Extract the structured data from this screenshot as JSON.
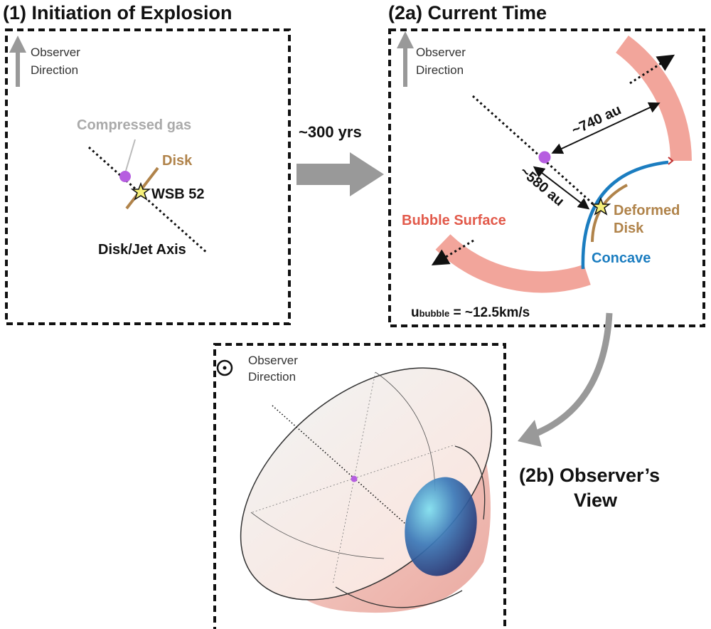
{
  "panel1": {
    "title": "(1) Initiation of Explosion",
    "observer_line1": "Observer",
    "observer_line2": "Direction",
    "compressed_gas": "Compressed gas",
    "disk": "Disk",
    "star": "WSB 52",
    "axis": "Disk/Jet Axis"
  },
  "transition": {
    "label": "~300 yrs"
  },
  "panel2a": {
    "title": "(2a) Current Time",
    "observer_line1": "Observer",
    "observer_line2": "Direction",
    "dist_outer": "~740 au",
    "dist_inner": "~580 au",
    "bubble_surface": "Bubble Surface",
    "deformed_line1": "Deformed",
    "deformed_line2": "Disk",
    "concave": "Concave",
    "velocity_symbol": "u",
    "velocity_sub": "bubble",
    "velocity_value": " = ~12.5km/s"
  },
  "panel2b": {
    "label_line1": "(2b) Observer’s",
    "label_line2": "View",
    "observer_line1": "Observer",
    "observer_line2": "Direction"
  },
  "colors": {
    "bubble": "#f2a59b",
    "bubble_text": "#e25a4b",
    "concave": "#1b7dc0",
    "disk": "#b0834a",
    "gas": "#b65ee0",
    "star": "#f6f07a"
  }
}
